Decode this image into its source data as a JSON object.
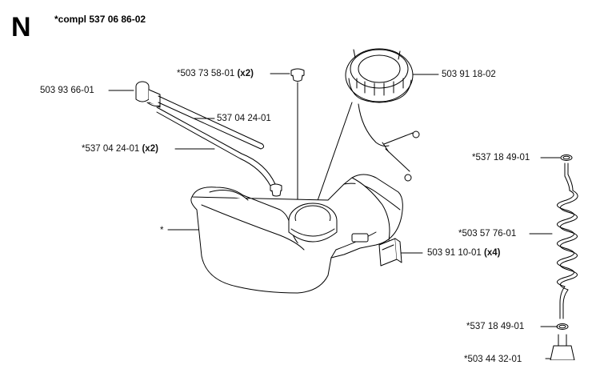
{
  "section": {
    "letter": "N",
    "note": "*compl 537 06 86-02"
  },
  "callouts": [
    {
      "id": "c1",
      "part": "*503 73 58-01",
      "qty": "(x2)"
    },
    {
      "id": "c2",
      "part": "503 91 18-02",
      "qty": ""
    },
    {
      "id": "c3",
      "part": "503 93 66-01",
      "qty": ""
    },
    {
      "id": "c4",
      "part": "537 04 24-01",
      "qty": ""
    },
    {
      "id": "c5",
      "part": "*537 04 24-01",
      "qty": "(x2)"
    },
    {
      "id": "c6",
      "part": "*537 18 49-01",
      "qty": ""
    },
    {
      "id": "c7",
      "part": "*",
      "qty": ""
    },
    {
      "id": "c8",
      "part": "*503 57 76-01",
      "qty": ""
    },
    {
      "id": "c9",
      "part": "503 91 10-01",
      "qty": "(x4)"
    },
    {
      "id": "c10",
      "part": "*537 18 49-01",
      "qty": ""
    },
    {
      "id": "c11",
      "part": "*503 44 32-01",
      "qty": ""
    }
  ]
}
